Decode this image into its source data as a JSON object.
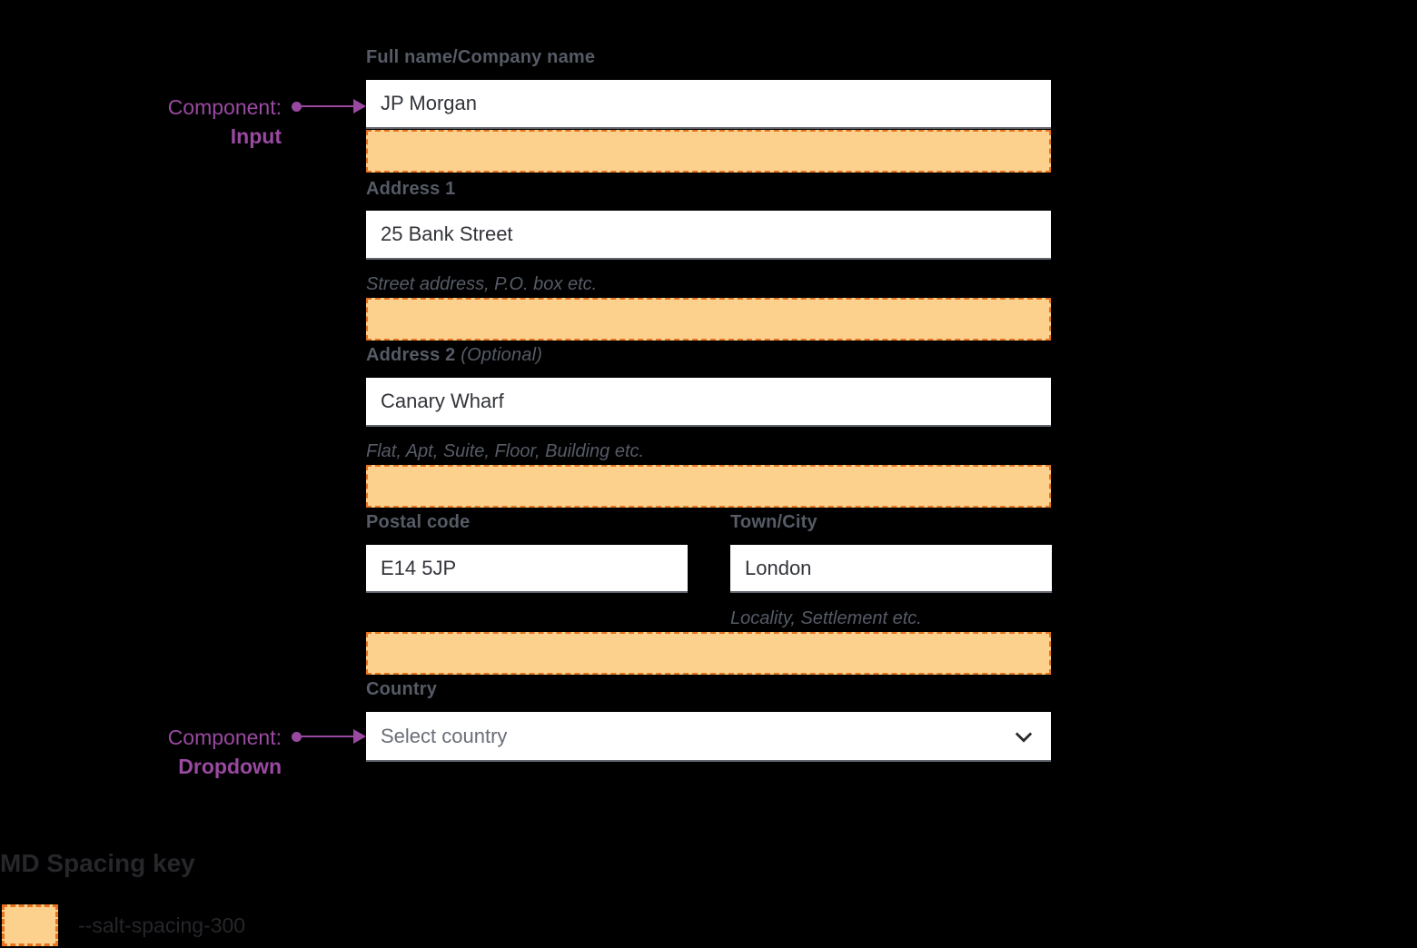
{
  "colors": {
    "background": "#000000",
    "spacing_fill": "#FBD18D",
    "spacing_border": "#E7731E",
    "annotation": "#9A49A1",
    "label": "#565B66",
    "input_text": "#33343A",
    "input_border": "#61656E",
    "key_text": "#26262B",
    "placeholder": "#6A6E76"
  },
  "annotations": {
    "input": {
      "prefix": "Component:",
      "name": "Input"
    },
    "dropdown": {
      "prefix": "Component:",
      "name": "Dropdown"
    }
  },
  "form": {
    "full_name": {
      "label": "Full name/Company name",
      "value": "JP Morgan"
    },
    "address1": {
      "label": "Address 1",
      "value": "25 Bank Street",
      "helper": "Street address, P.O. box etc."
    },
    "address2": {
      "label": "Address 2",
      "optional": "(Optional)",
      "value": "Canary Wharf",
      "helper": "Flat, Apt, Suite, Floor, Building etc."
    },
    "postal_code": {
      "label": "Postal code",
      "value": "E14 5JP"
    },
    "town_city": {
      "label": "Town/City",
      "value": "London",
      "helper": "Locality, Settlement etc."
    },
    "country": {
      "label": "Country",
      "placeholder": "Select country"
    }
  },
  "icons": {
    "chevron_down": "chevron-down-icon"
  },
  "spacing_key": {
    "title": "MD Spacing key",
    "token": "--salt-spacing-300"
  }
}
